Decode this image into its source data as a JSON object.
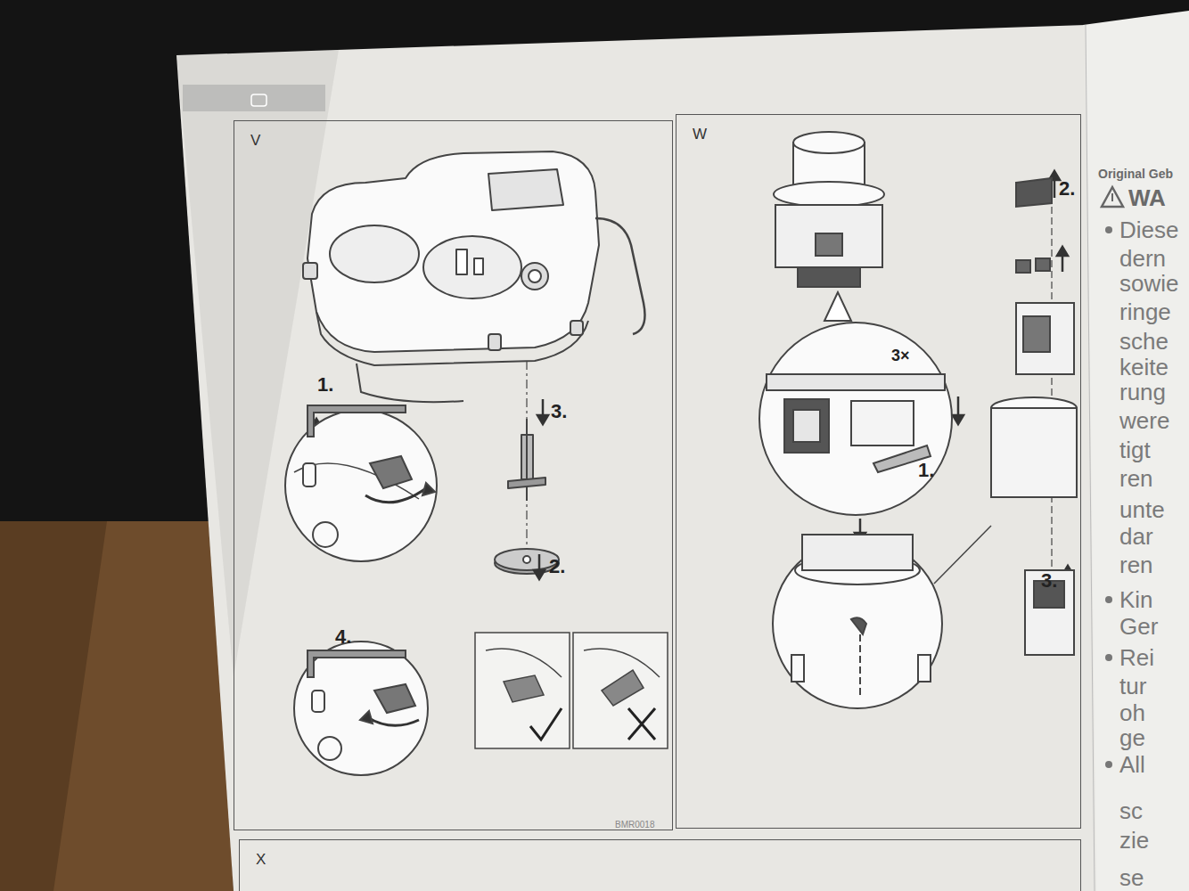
{
  "diagram": {
    "nodes": [
      {
        "text": [
          "V"
        ]
      },
      {
        "text": [
          "W"
        ]
      },
      {
        "text": [
          "X"
        ]
      }
    ],
    "labels": [
      "1.",
      "3.",
      "2.",
      "4.",
      "BMR0018",
      "3×",
      "1.",
      "2.",
      "3.",
      "Original Geb",
      "WA",
      "Diese",
      "dern",
      "sowie",
      "ringe",
      "sche",
      "keite",
      "rung",
      "were",
      "tigt",
      "ren",
      "unte",
      "dar",
      "ren",
      "Kin",
      "Ger",
      "Rei",
      "tur",
      "oh",
      "ge",
      "All",
      "sc",
      "zie",
      "se"
    ]
  }
}
